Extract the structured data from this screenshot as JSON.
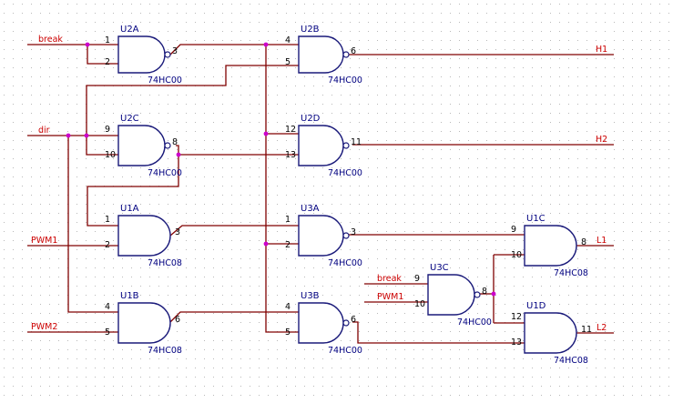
{
  "colors": {
    "wire": "#800000",
    "gate": "#1a1a7a",
    "junction": "#cc00cc",
    "net_label": "#cc0000",
    "part_text": "#000080"
  },
  "gates": [
    {
      "ref": "U2A",
      "part": "74HC00",
      "inv": true,
      "in_pins": [
        "1",
        "2"
      ],
      "out_pin": "3"
    },
    {
      "ref": "U2B",
      "part": "74HC00",
      "inv": true,
      "in_pins": [
        "4",
        "5"
      ],
      "out_pin": "6"
    },
    {
      "ref": "U2C",
      "part": "74HC00",
      "inv": true,
      "in_pins": [
        "9",
        "10"
      ],
      "out_pin": "8"
    },
    {
      "ref": "U2D",
      "part": "74HC00",
      "inv": true,
      "in_pins": [
        "12",
        "13"
      ],
      "out_pin": "11"
    },
    {
      "ref": "U1A",
      "part": "74HC08",
      "inv": false,
      "in_pins": [
        "1",
        "2"
      ],
      "out_pin": "3"
    },
    {
      "ref": "U3A",
      "part": "74HC00",
      "inv": true,
      "in_pins": [
        "1",
        "2"
      ],
      "out_pin": "3"
    },
    {
      "ref": "U1B",
      "part": "74HC08",
      "inv": false,
      "in_pins": [
        "4",
        "5"
      ],
      "out_pin": "6"
    },
    {
      "ref": "U3B",
      "part": "74HC00",
      "inv": true,
      "in_pins": [
        "4",
        "5"
      ],
      "out_pin": "6"
    },
    {
      "ref": "U1C",
      "part": "74HC08",
      "inv": false,
      "in_pins": [
        "9",
        "10"
      ],
      "out_pin": "8"
    },
    {
      "ref": "U3C",
      "part": "74HC00",
      "inv": true,
      "in_pins": [
        "9",
        "10"
      ],
      "out_pin": "8"
    },
    {
      "ref": "U1D",
      "part": "74HC08",
      "inv": false,
      "in_pins": [
        "12",
        "13"
      ],
      "out_pin": "11"
    }
  ],
  "net_labels": {
    "break": "break",
    "dir": "dir",
    "pwm1": "PWM1",
    "pwm2": "PWM2",
    "h1": "H1",
    "h2": "H2",
    "l1": "L1",
    "l2": "L2",
    "break_u3c": "break",
    "pwm1_u3c": "PWM1"
  }
}
